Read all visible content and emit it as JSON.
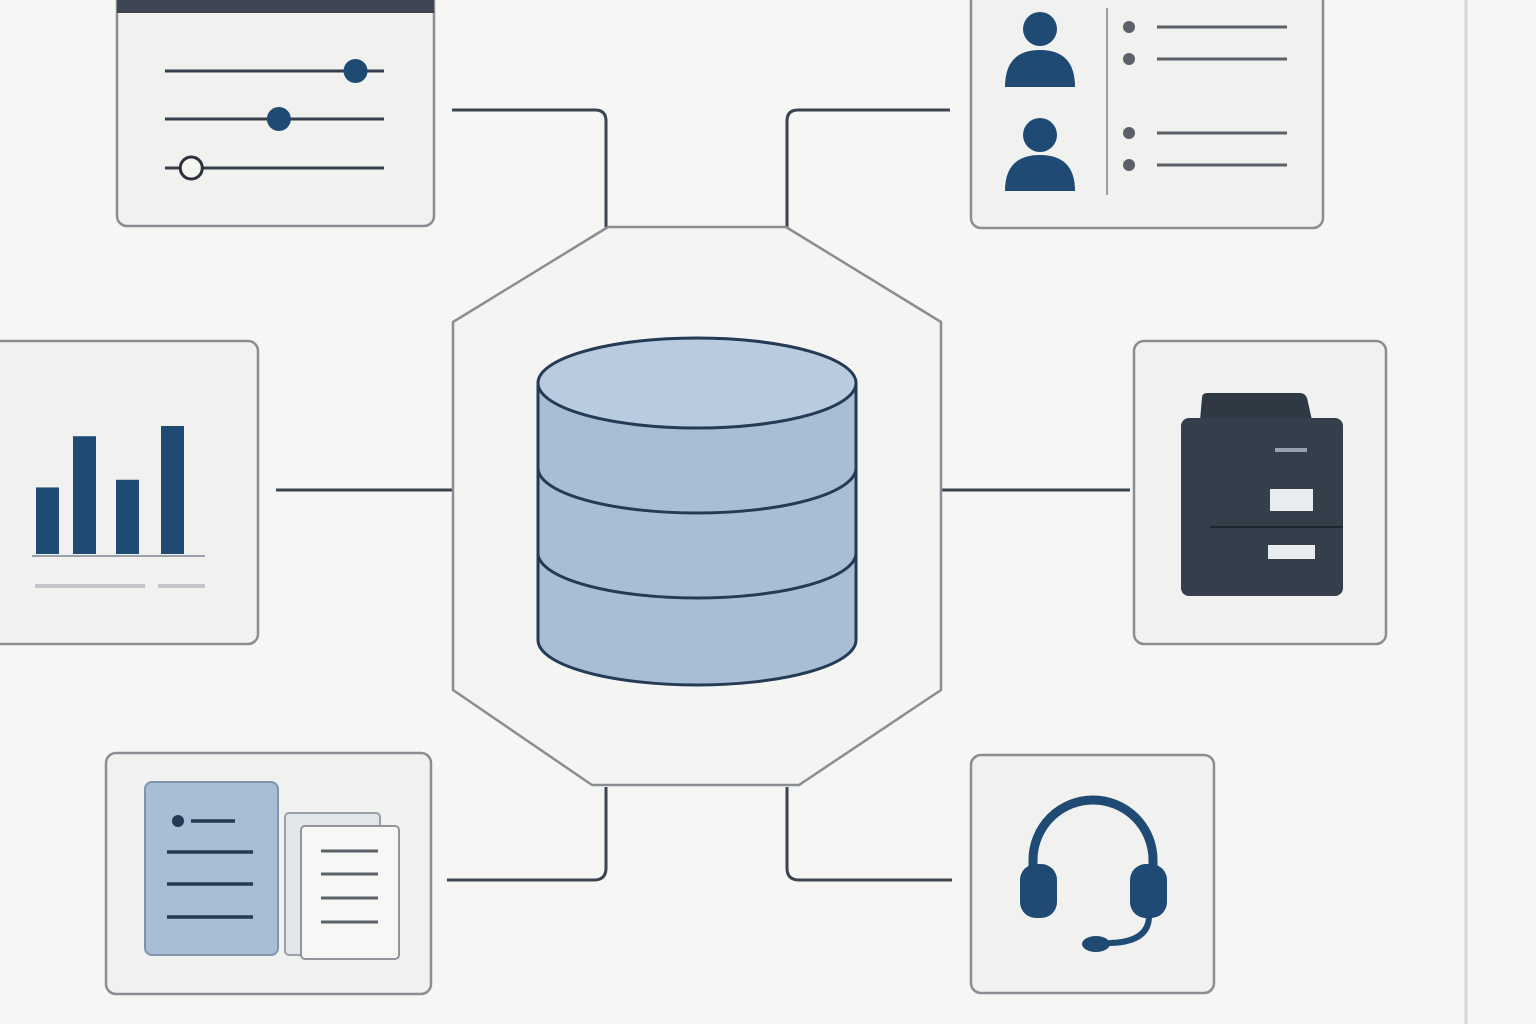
{
  "colors": {
    "background": "#f6f6f4",
    "panel_fill": "#f1f1f0",
    "panel_stroke": "#8a8d92",
    "connector": "#3b4450",
    "navy": "#1e4a73",
    "dark_slate": "#353f4b",
    "light_blue": "#a9bed5",
    "cylinder_stroke": "#243a55",
    "line_gray": "#5b6168",
    "right_edge_line": "#d8d8d6"
  },
  "nodes": {
    "center": {
      "icon": "database-icon"
    },
    "top_left": {
      "icon": "sliders-icon"
    },
    "top_right": {
      "icon": "user-list-icon"
    },
    "mid_left": {
      "icon": "bar-chart-icon"
    },
    "mid_right": {
      "icon": "file-cabinet-icon"
    },
    "bottom_left": {
      "icon": "documents-icon"
    },
    "bottom_right": {
      "icon": "headset-icon"
    }
  },
  "sliders": [
    {
      "level": 0.87
    },
    {
      "level": 0.52
    },
    {
      "level": 0.12
    }
  ],
  "bar_chart": {
    "values": [
      0.52,
      0.92,
      0.58,
      1.0
    ]
  }
}
